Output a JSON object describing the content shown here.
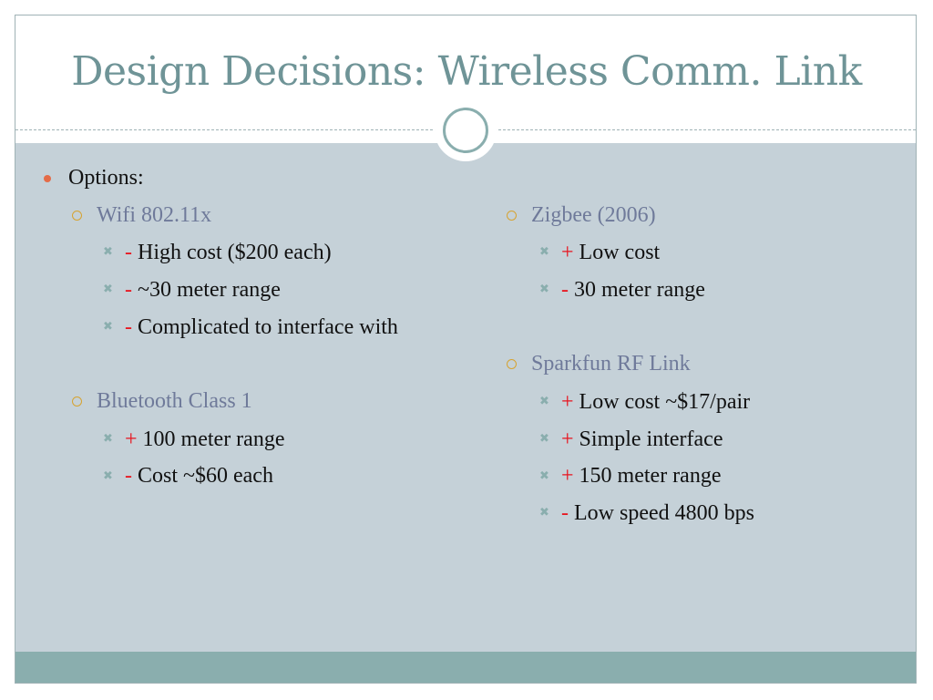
{
  "slide": {
    "title": "Design Decisions: Wireless Comm. Link",
    "options_label": "Options:",
    "left": [
      {
        "heading": "Wifi 802.11x",
        "points": [
          {
            "mark": "-",
            "text": " High cost ($200 each)"
          },
          {
            "mark": "-",
            "text": " ~30 meter range"
          },
          {
            "mark": "-",
            "text": " Complicated to interface with"
          }
        ]
      },
      {
        "heading": "Bluetooth Class 1",
        "points": [
          {
            "mark": "+",
            "text": " 100 meter range"
          },
          {
            "mark": " -",
            "text": " Cost ~$60 each"
          }
        ]
      }
    ],
    "right": [
      {
        "heading": "Zigbee (2006)",
        "points": [
          {
            "mark": "+",
            "text": " Low cost"
          },
          {
            "mark": " -",
            "text": " 30 meter range"
          }
        ]
      },
      {
        "heading": "Sparkfun RF Link",
        "points": [
          {
            "mark": "+",
            "text": " Low cost ~$17/pair"
          },
          {
            "mark": "+",
            "text": " Simple interface"
          },
          {
            "mark": "+",
            "text": " 150 meter range"
          },
          {
            "mark": " -",
            "text": " Low speed 4800 bps"
          }
        ]
      }
    ]
  },
  "icons": {
    "level1_bullet": "filled-dot",
    "level2_bullet": "hollow-ring",
    "level3_bullet": "cross-x"
  },
  "colors": {
    "title": "#6f9497",
    "content_bg": "#c5d1d8",
    "footer_bg": "#8aaeae",
    "heading": "#6f7a9a",
    "plus_minus": "#e8141e"
  }
}
